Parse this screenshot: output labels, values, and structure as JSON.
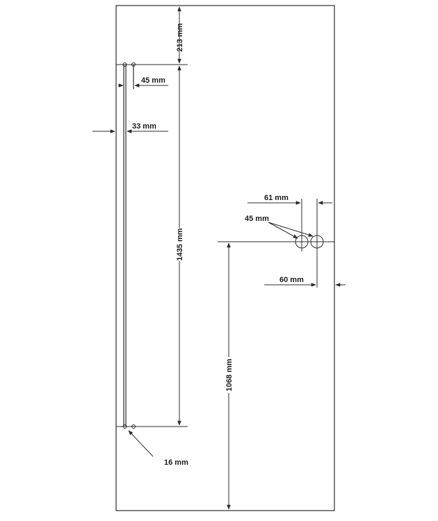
{
  "dimensions": {
    "top_offset": "213 mm",
    "bolt_spacing": "45 mm",
    "edge_offset": "33 mm",
    "bolt_length": "1435 mm",
    "bottom_hole": "16 mm",
    "handle_spacing_top": "61 mm",
    "handle_hole": "45 mm",
    "handle_spacing_bottom": "60 mm",
    "handle_height": "1068 mm"
  },
  "colors": {
    "line": "#2b2b2b",
    "background": "#ffffff"
  }
}
